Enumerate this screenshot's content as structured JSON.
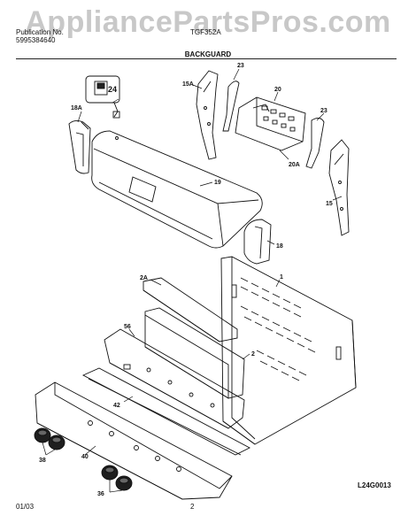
{
  "watermark": "AppliancePartsPros.com",
  "header": {
    "publication_label": "Publication No.",
    "publication_number": "5995384640",
    "model": "TGF352A",
    "section_title": "BACKGUARD"
  },
  "callouts": {
    "c24": "24",
    "c18a": "18A",
    "c15a": "15A",
    "c23a": "23",
    "c20": "20",
    "c23b": "23",
    "c19": "19",
    "c20a": "20A",
    "c15": "15",
    "c18": "18",
    "c2a": "2A",
    "c1": "1",
    "c56": "56",
    "c2": "2",
    "c42": "42",
    "c38": "38",
    "c40": "40",
    "c36": "36"
  },
  "footer": {
    "date": "01/03",
    "page": "2",
    "illustration_code": "L24G0013"
  }
}
